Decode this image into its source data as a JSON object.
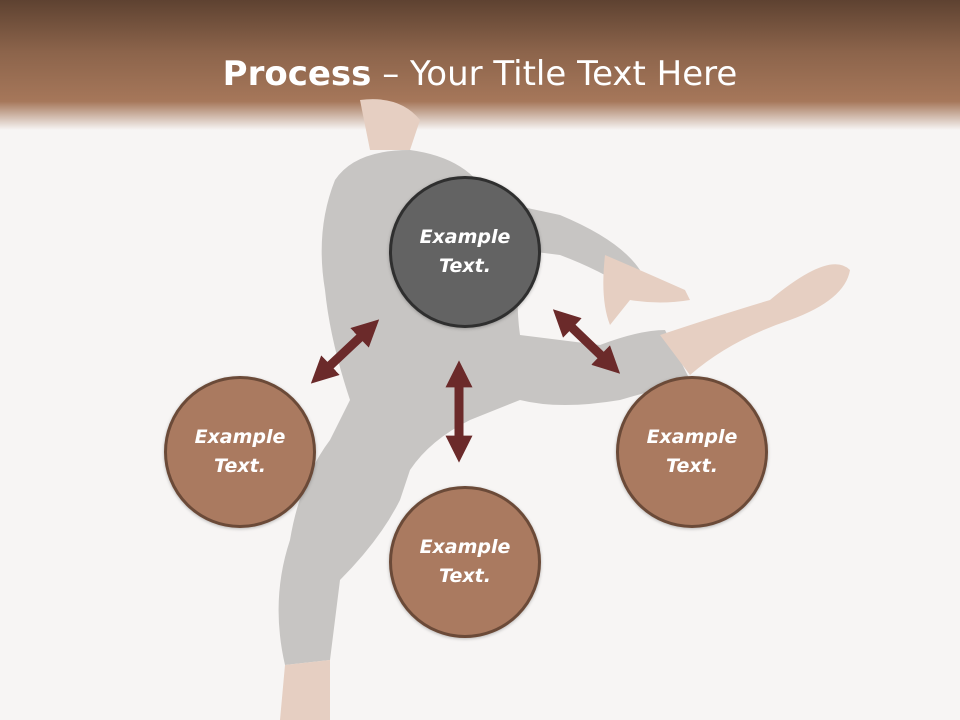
{
  "title": {
    "bold": "Process",
    "dash": " – ",
    "rest": "Your Title Text Here"
  },
  "nodes": {
    "center": "Example Text.",
    "left": "Example Text.",
    "right": "Example Text.",
    "bottom": "Example Text."
  },
  "colors": {
    "header": "#a6775a",
    "node_fill": "#aa7a60",
    "center_fill": "#636363",
    "arrow": "#6b2a2a"
  }
}
